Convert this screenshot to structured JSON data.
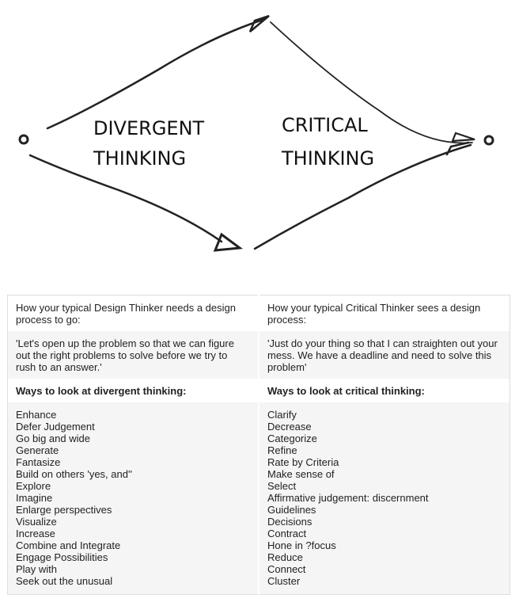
{
  "diagram": {
    "left_label": [
      "DIVERGENT",
      "THINKING"
    ],
    "right_label": [
      "CRITICAL",
      "THINKING"
    ]
  },
  "table": {
    "row1": {
      "left": "How your typical Design Thinker needs a design process to go:",
      "right": "How your typical Critical Thinker sees a design process:"
    },
    "row2": {
      "left": "'Let's open up the problem so that we can figure out the right problems to solve before we try to rush to an answer.'",
      "right": "'Just do your thing so that I can straighten out your mess. We have a deadline and need to solve this problem'"
    },
    "row3": {
      "left": "Ways to look at divergent thinking:",
      "right": "Ways to look at critical thinking:"
    },
    "divergent_list": [
      "Enhance",
      "Defer Judgement",
      "Go big and wide",
      "Generate",
      "Fantasize",
      "Build on others 'yes, and''",
      "Explore",
      "Imagine",
      "Enlarge perspectives",
      "Visualize",
      "Increase",
      "Combine and Integrate",
      "Engage Possibilities",
      "Play with",
      "Seek out the unusual"
    ],
    "critical_list": [
      "Clarify",
      "Decrease",
      "Categorize",
      "Refine",
      "Rate by Criteria",
      "Make sense of",
      "Select",
      "Affirmative judgement: discernment",
      "Guidelines",
      "Decisions",
      "Contract",
      "Hone in ?focus",
      "Reduce",
      "Connect",
      "Cluster"
    ]
  }
}
